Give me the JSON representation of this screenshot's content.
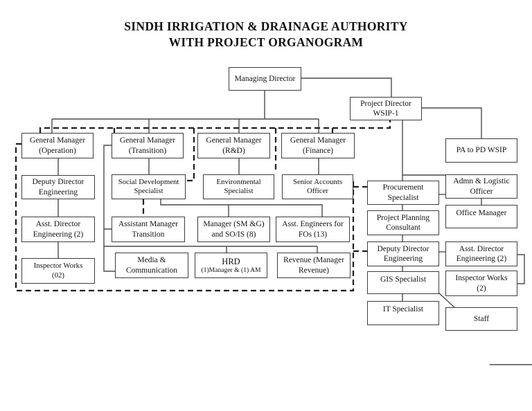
{
  "title": {
    "line1": "SINDH IRRIGATION & DRAINAGE AUTHORITY",
    "line2": "WITH PROJECT ORGANOGRAM"
  },
  "nodes": {
    "managing_director": {
      "label": "Managing Director"
    },
    "project_director": {
      "label": "Project Director\nWSIP-1"
    },
    "gm_operation": {
      "label": "General Manager\n(Operation)"
    },
    "gm_transition": {
      "label": "General Manager\n(Transition)"
    },
    "gm_rd": {
      "label": "General Manager\n(R&D)"
    },
    "gm_finance": {
      "label": "General Manager\n(Finance)"
    },
    "pa_to_pd_wsip": {
      "label": "PA to PD WSIP"
    },
    "deputy_director_engineering": {
      "label": "Deputy Director\nEngineering"
    },
    "social_development_specialist": {
      "label": "Social Development\nSpecialist"
    },
    "environmental_specialist": {
      "label": "Environmental\nSpecialist"
    },
    "senior_accounts_officer": {
      "label": "Senior Accounts\nOfficer"
    },
    "asst_director_engineering": {
      "label": "Asst. Director\nEngineering (2)"
    },
    "assistant_manager_transition": {
      "label": "Assistant Manager\nTransition"
    },
    "manager_smg_sois": {
      "label": "Manager (SM &G)\nand SO/IS (8)"
    },
    "asst_engineers_fos": {
      "label": "Asst. Engineers for\nFOs (13)"
    },
    "inspector_works_02": {
      "label": "Inspector Works\n(02)"
    },
    "media_communication": {
      "label": "Media &\nCommunication"
    },
    "hrd": {
      "line1": "HRD",
      "line2": "(1)Manager & (1) AM"
    },
    "revenue": {
      "label": "Revenue (Manager\nRevenue)"
    },
    "procurement_specialist": {
      "label": "Procurement\nSpecialist"
    },
    "project_planning_consultant": {
      "label": "Project Planning\nConsultant"
    },
    "deputy_director_engineering_wsip": {
      "label": "Deputy Director\nEngineering"
    },
    "gis_specialist": {
      "label": "GIS Specialist"
    },
    "it_specialist": {
      "label": "IT Specialist"
    },
    "admn_logistic_officer": {
      "label": "Admn & Logistic\nOfficer"
    },
    "office_manager": {
      "label": "Office Manager"
    },
    "asst_director_engineering_wsip": {
      "label": "Asst. Director\nEngineering (2)"
    },
    "inspector_works_wsip": {
      "label": "Inspector Works\n(2)"
    },
    "staff": {
      "label": "Staff"
    }
  },
  "edges": [
    {
      "from": "managing_director",
      "to": "gm_operation",
      "style": "solid"
    },
    {
      "from": "managing_director",
      "to": "gm_transition",
      "style": "solid"
    },
    {
      "from": "managing_director",
      "to": "gm_rd",
      "style": "solid"
    },
    {
      "from": "managing_director",
      "to": "gm_finance",
      "style": "solid"
    },
    {
      "from": "managing_director",
      "to": "project_director",
      "style": "solid"
    },
    {
      "from": "project_director",
      "to": "pa_to_pd_wsip",
      "style": "solid"
    },
    {
      "from": "project_director",
      "to": "procurement_specialist",
      "style": "solid"
    },
    {
      "from": "procurement_specialist",
      "to": "project_planning_consultant",
      "style": "solid"
    },
    {
      "from": "project_planning_consultant",
      "to": "deputy_director_engineering_wsip",
      "style": "solid"
    },
    {
      "from": "deputy_director_engineering_wsip",
      "to": "gis_specialist",
      "style": "solid"
    },
    {
      "from": "gis_specialist",
      "to": "it_specialist",
      "style": "solid"
    },
    {
      "from": "project_director",
      "to": "admn_logistic_officer",
      "style": "solid"
    },
    {
      "from": "procurement_specialist",
      "to": "admn_logistic_officer",
      "style": "solid"
    },
    {
      "from": "admn_logistic_officer",
      "to": "office_manager",
      "style": "solid"
    },
    {
      "from": "deputy_director_engineering_wsip",
      "to": "asst_director_engineering_wsip",
      "style": "solid"
    },
    {
      "from": "asst_director_engineering_wsip",
      "to": "inspector_works_wsip",
      "style": "solid"
    },
    {
      "from": "gis_specialist",
      "to": "staff",
      "style": "solid"
    },
    {
      "from": "gm_operation",
      "to": "deputy_director_engineering",
      "style": "solid"
    },
    {
      "from": "deputy_director_engineering",
      "to": "asst_director_engineering",
      "style": "solid"
    },
    {
      "from": "asst_director_engineering",
      "to": "inspector_works_02",
      "style": "solid"
    },
    {
      "from": "gm_transition",
      "to": "social_development_specialist",
      "style": "solid"
    },
    {
      "from": "gm_transition",
      "to": "assistant_manager_transition",
      "style": "solid"
    },
    {
      "from": "gm_transition",
      "to": "media_communication",
      "style": "solid"
    },
    {
      "from": "gm_transition",
      "to": "hrd",
      "style": "solid"
    },
    {
      "from": "gm_transition",
      "to": "revenue",
      "style": "solid"
    },
    {
      "from": "social_development_specialist",
      "to": "manager_smg_sois",
      "style": "solid"
    },
    {
      "from": "social_development_specialist",
      "to": "asst_engineers_fos",
      "style": "solid"
    },
    {
      "from": "social_development_specialist",
      "to": "assistant_manager_transition",
      "style": "dashed"
    },
    {
      "from": "gm_rd",
      "to": "environmental_specialist",
      "style": "solid"
    },
    {
      "from": "gm_rd",
      "to": "social_development_specialist",
      "style": "dashed"
    },
    {
      "from": "gm_finance",
      "to": "senior_accounts_officer",
      "style": "solid"
    },
    {
      "from": "project_director",
      "to": "sida_gm_row_dashed_bus",
      "style": "dashed"
    },
    {
      "from": "procurement_specialist",
      "to": "sida_dashed_boundary",
      "style": "dashed"
    },
    {
      "from": "deputy_director_engineering_wsip",
      "to": "sida_dashed_boundary",
      "style": "dashed"
    }
  ],
  "colors": {
    "box_border": "#3d3d3d",
    "solid_line": "#4a4a4a",
    "dashed_line": "#1c1c1c",
    "text": "#111111",
    "background": "#ffffff"
  }
}
